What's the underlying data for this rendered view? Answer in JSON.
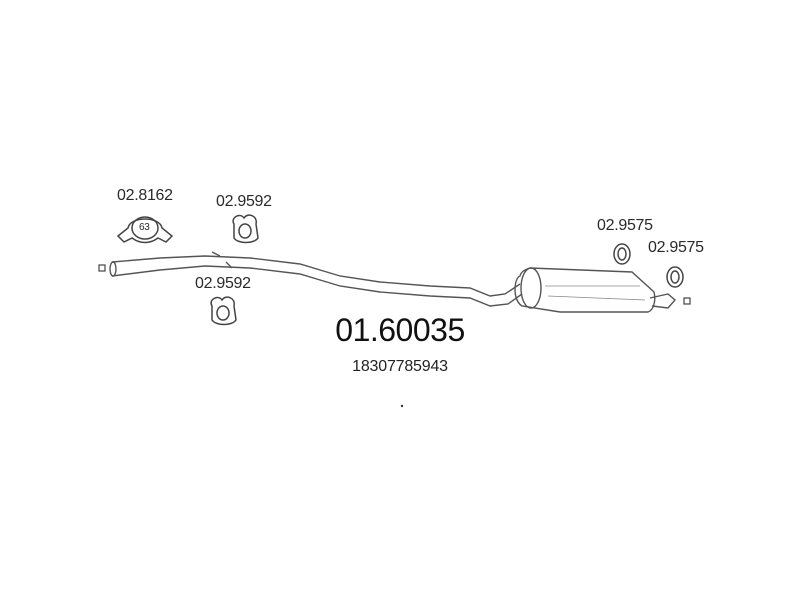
{
  "parts": {
    "clamp_label": "02.8162",
    "clamp_size": "63",
    "hanger_upper_label": "02.9592",
    "hanger_lower_label": "02.9592",
    "ring_left_label": "02.9575",
    "ring_right_label": "02.9575"
  },
  "product": {
    "code": "01.60035",
    "oem_number": "18307785943"
  }
}
